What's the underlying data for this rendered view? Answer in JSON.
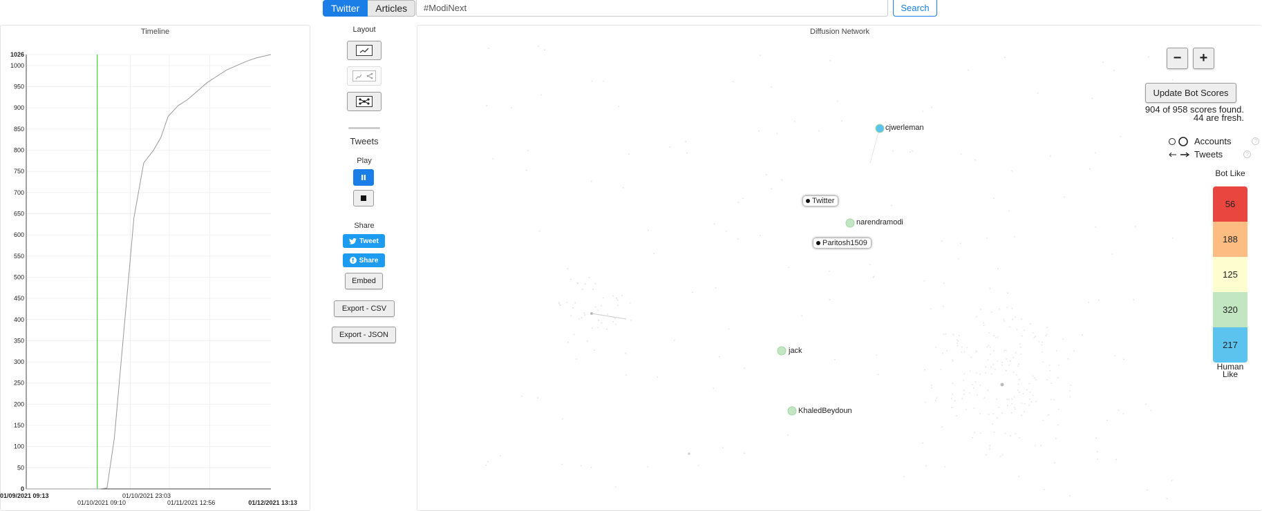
{
  "search": {
    "tabs": [
      "Twitter",
      "Articles"
    ],
    "query": "#ModiNext",
    "button": "Search"
  },
  "timeline": {
    "title": "Timeline",
    "y_ticks": [
      "1026",
      "1000",
      "950",
      "900",
      "850",
      "800",
      "750",
      "700",
      "650",
      "600",
      "550",
      "500",
      "450",
      "400",
      "350",
      "300",
      "250",
      "200",
      "150",
      "100",
      "50",
      "0"
    ],
    "x_labels": {
      "start": "01/09/2021 09:13",
      "l2": "01/10/2021 09:10",
      "l3": "01/10/2021 23:03",
      "l4": "01/11/2021 12:56",
      "end": "01/12/2021 13:13"
    }
  },
  "chart_data": {
    "type": "line",
    "title": "Timeline",
    "xlabel": "",
    "ylabel": "",
    "ylim": [
      0,
      1026
    ],
    "x": [
      "01/09/2021 09:13",
      "01/10/2021 09:10",
      "01/10/2021 23:03",
      "01/11/2021 12:56",
      "01/12/2021 13:13"
    ],
    "series": [
      {
        "name": "",
        "points": [
          [
            0,
            0
          ],
          [
            0.3,
            0
          ],
          [
            0.33,
            2
          ],
          [
            0.36,
            120
          ],
          [
            0.4,
            380
          ],
          [
            0.44,
            640
          ],
          [
            0.48,
            770
          ],
          [
            0.52,
            800
          ],
          [
            0.55,
            830
          ],
          [
            0.58,
            880
          ],
          [
            0.62,
            905
          ],
          [
            0.66,
            920
          ],
          [
            0.7,
            940
          ],
          [
            0.74,
            960
          ],
          [
            0.78,
            975
          ],
          [
            0.82,
            990
          ],
          [
            0.86,
            1000
          ],
          [
            0.9,
            1010
          ],
          [
            0.94,
            1018
          ],
          [
            1.0,
            1026
          ]
        ]
      }
    ],
    "marker_x": 0.29,
    "grid": true
  },
  "controls": {
    "layout_label": "Layout",
    "tweets_label": "Tweets",
    "play_label": "Play",
    "share_label": "Share",
    "tweet_btn": "Tweet",
    "share_btn": "Share",
    "embed": "Embed",
    "export_csv": "Export - CSV",
    "export_json": "Export - JSON"
  },
  "network": {
    "title": "Diffusion Network",
    "zoom_out": "−",
    "zoom_in": "+",
    "update_btn": "Update Bot Scores",
    "scores_found": "904 of 958 scores found.",
    "fresh": "44 are fresh.",
    "legend_accounts": "Accounts",
    "legend_tweets": "Tweets",
    "bot_like": "Bot Like",
    "human_like": "Human Like",
    "bars": [
      {
        "count": "56",
        "color": "#e8463f"
      },
      {
        "count": "188",
        "color": "#fdbd82"
      },
      {
        "count": "125",
        "color": "#fdfdd0"
      },
      {
        "count": "320",
        "color": "#c2e6c1"
      },
      {
        "count": "217",
        "color": "#5cc3ef"
      }
    ],
    "nodes": {
      "cjwerleman": "cjwerleman",
      "twitter": "Twitter",
      "narendramodi": "narendramodi",
      "paritosh": "Paritosh1509",
      "jack": "jack",
      "khaled": "KhaledBeydoun"
    }
  }
}
